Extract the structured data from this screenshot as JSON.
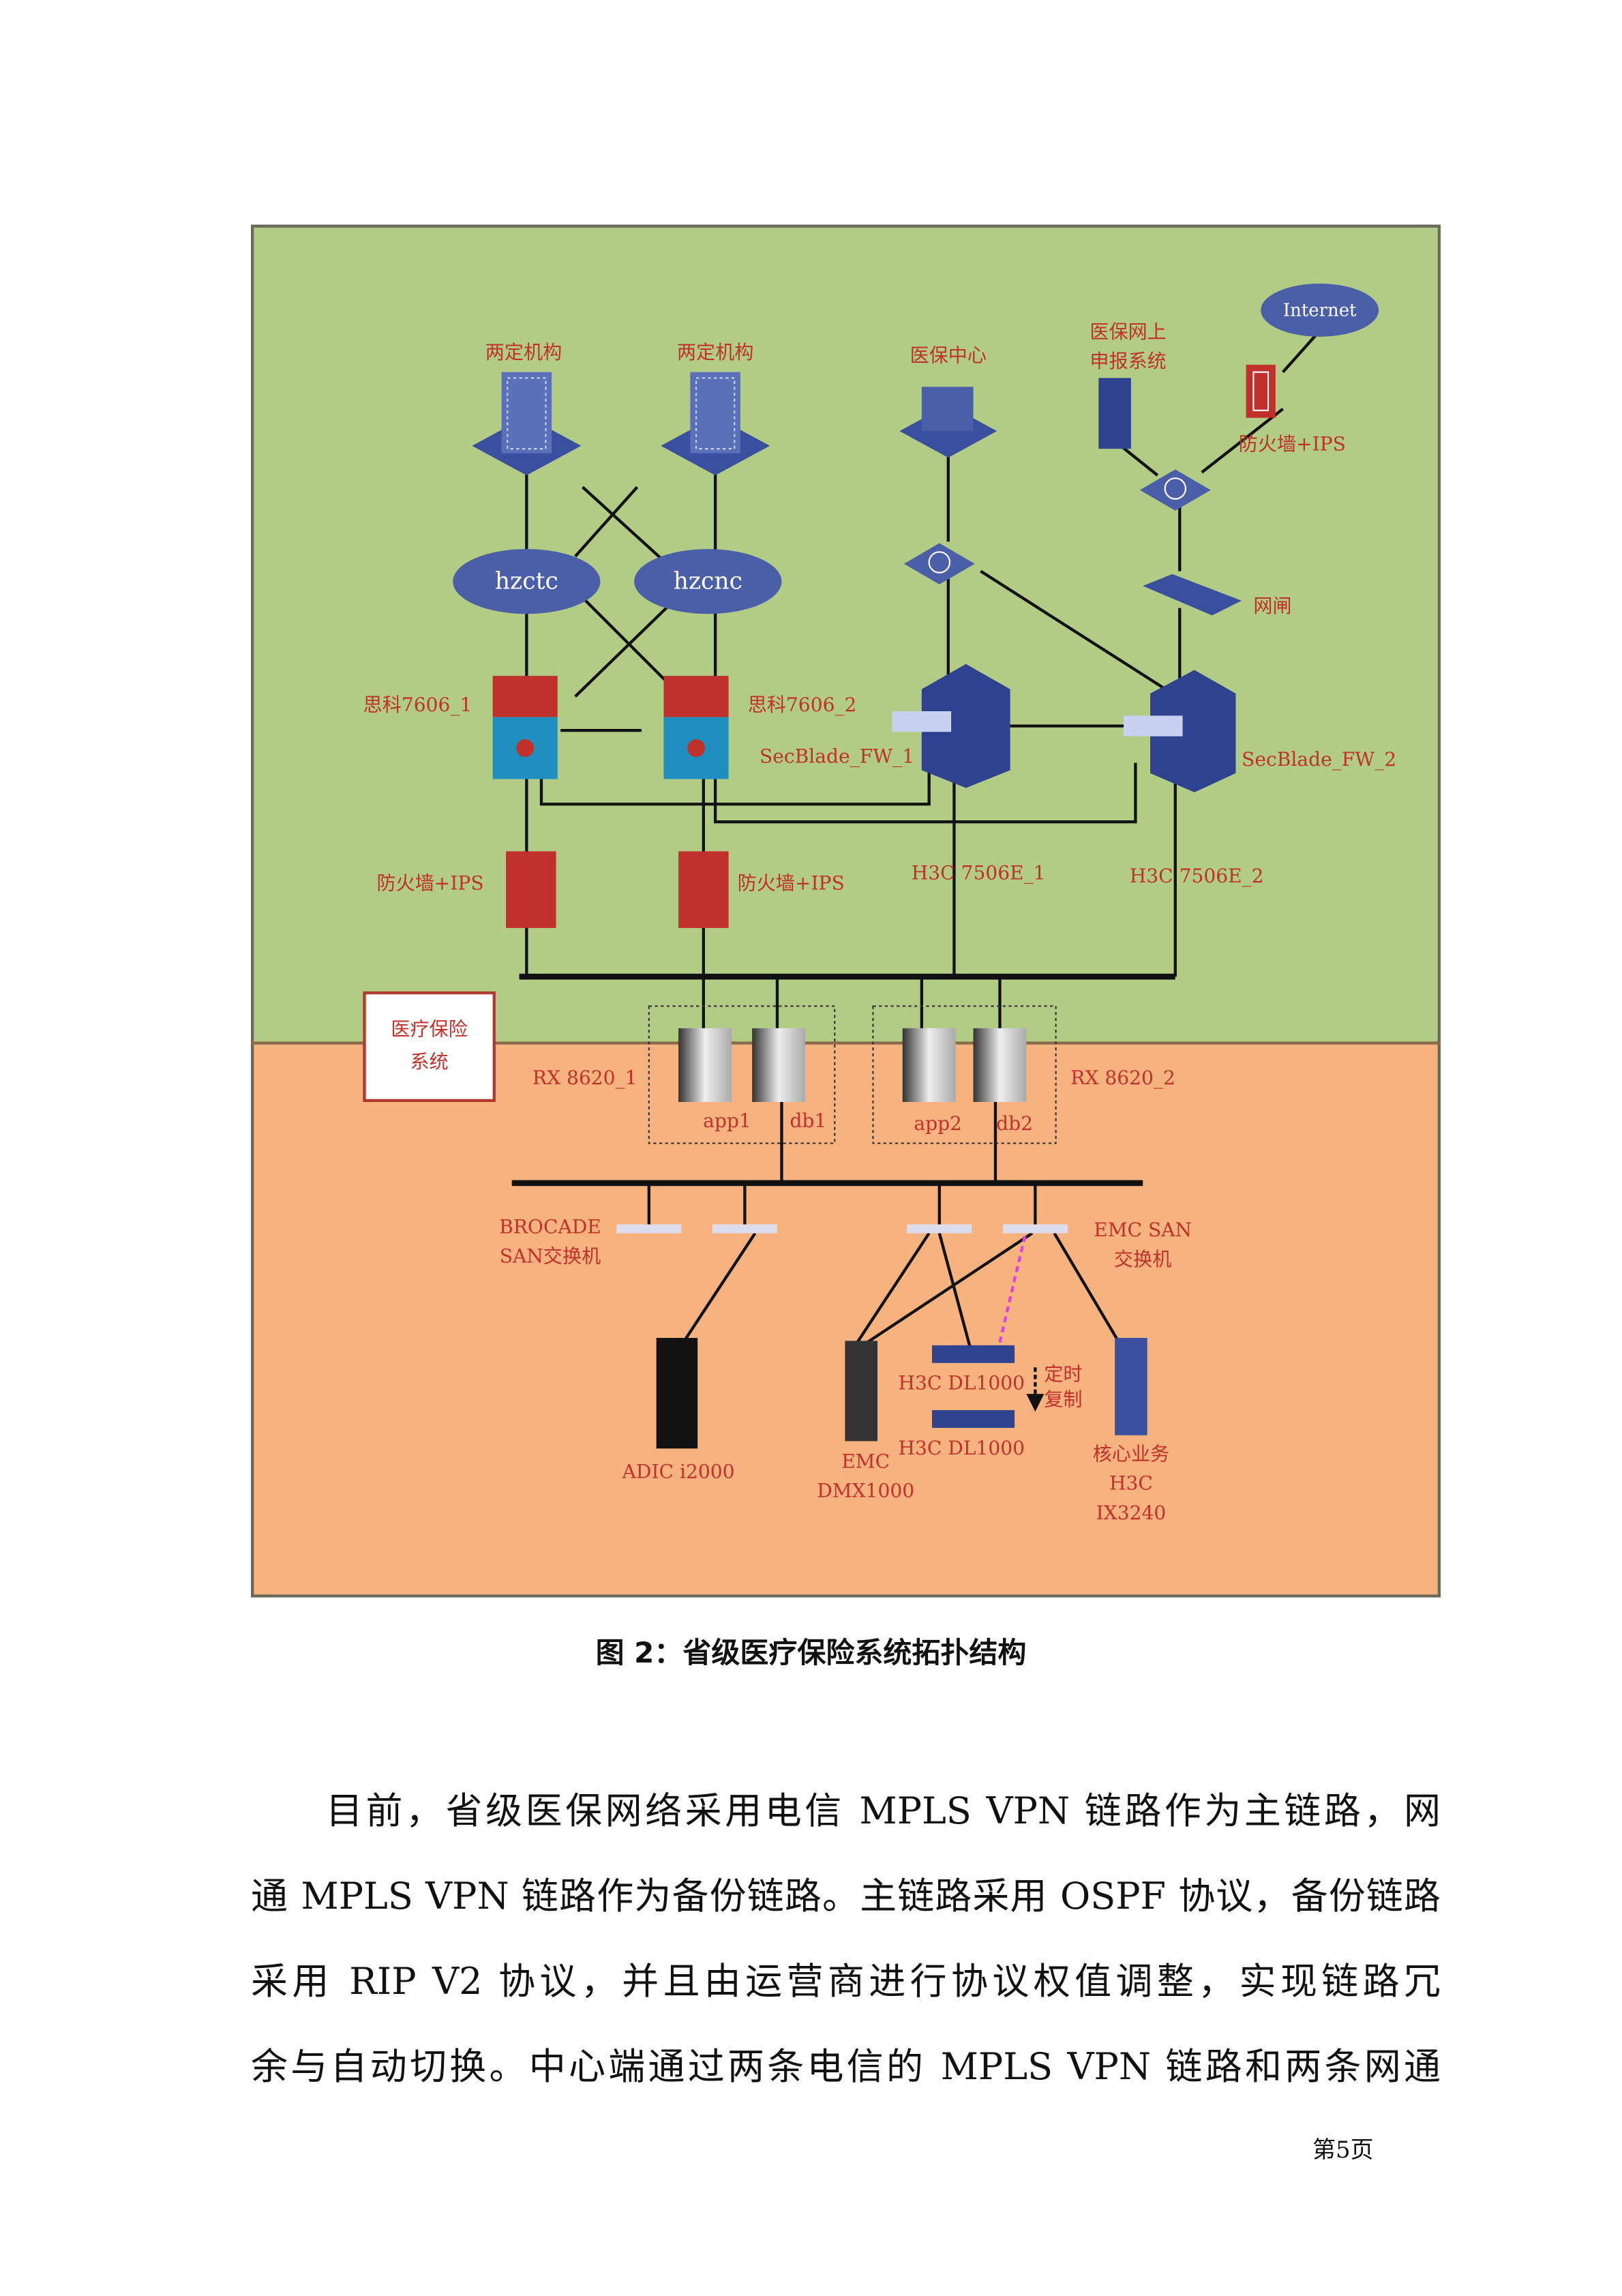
{
  "figure": {
    "colors": {
      "upper_zone": "#b2cc86",
      "lower_zone": "#f6b37f",
      "label": "#c0312b",
      "device_blue": "#3a4f9e"
    },
    "labels": {
      "org1": "两定机构",
      "org2": "两定机构",
      "center": "医保中心",
      "online1": "医保网上",
      "online2": "申报系统",
      "internet": "Internet",
      "fw_top": "防火墙+IPS",
      "gatekeeper": "网闸",
      "cloud1": "hzctc",
      "cloud2": "hzcnc",
      "cisco1": "思科7606_1",
      "cisco2": "思科7606_2",
      "secblade1": "SecBlade_FW_1",
      "secblade2": "SecBlade_FW_2",
      "fw1": "防火墙+IPS",
      "fw2": "防火墙+IPS",
      "h3c1": "H3C 7506E_1",
      "h3c2": "H3C 7506E_2",
      "system1": "医疗保险",
      "system2": "系统",
      "rx1": "RX 8620_1",
      "rx2": "RX 8620_2",
      "app1": "app1",
      "db1": "db1",
      "app2": "app2",
      "db2": "db2",
      "brocade1": "BROCADE",
      "brocade2": "SAN交换机",
      "emcsan1": "EMC SAN",
      "emcsan2": "交换机",
      "adic": "ADIC i2000",
      "emc1": "EMC",
      "emc2": "DMX1000",
      "dl1": "H3C DL1000",
      "dl2": "H3C DL1000",
      "copy1": "定时",
      "copy2": "复制",
      "core1": "核心业务",
      "core2": "H3C",
      "core3": "IX3240"
    }
  },
  "caption": "图 2：省级医疗保险系统拓扑结构",
  "paragraph": [
    "目前，省级医保网络采用电信 MPLS VPN 链路作为主链路，网",
    "通 MPLS VPN 链路作为备份链路。主链路采用 OSPF 协议，备份链路",
    "采用 RIP V2 协议，并且由运营商进行协议权值调整，实现链路冗",
    "余与自动切换。中心端通过两条电信的 MPLS VPN 链路和两条网通"
  ],
  "page_number": "第5页"
}
